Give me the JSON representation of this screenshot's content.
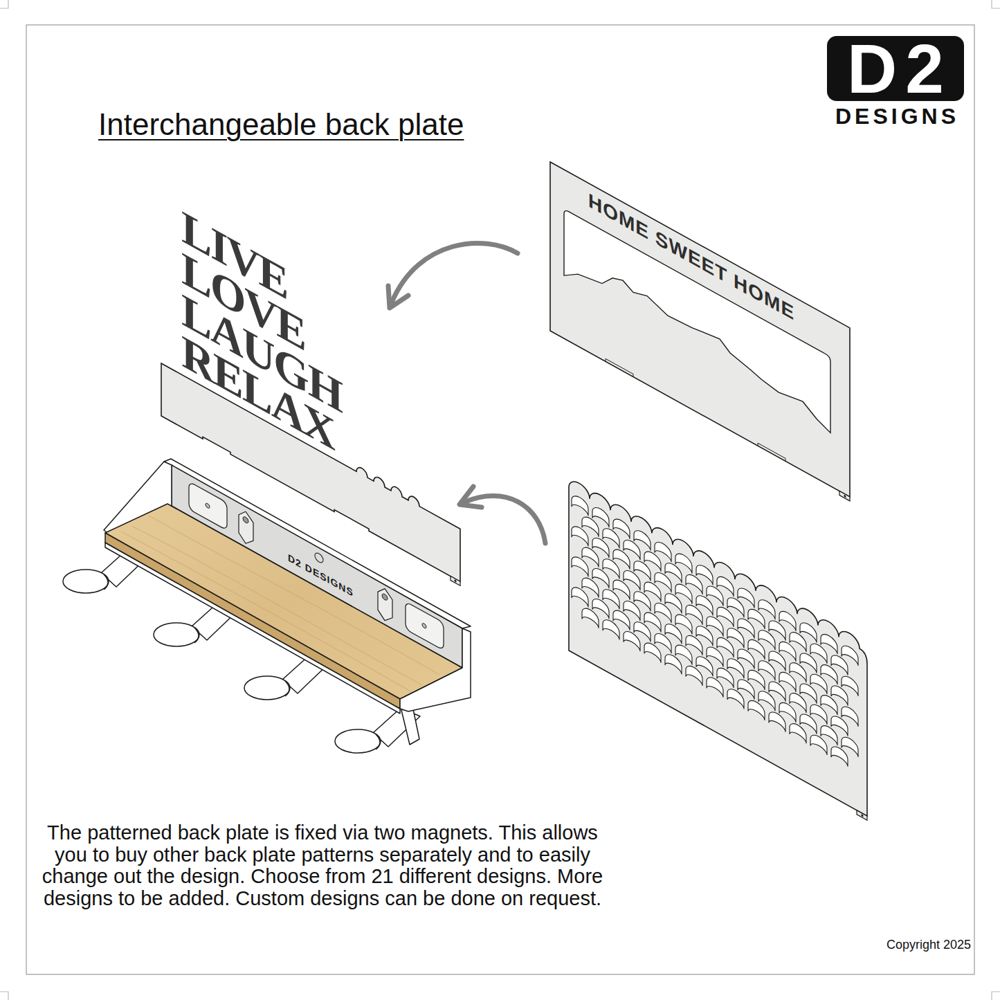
{
  "diagram": {
    "title": "Interchangeable back plate",
    "caption": "The patterned back plate is fixed via two magnets. This allows you to buy other back plate patterns separately and to easily change out the design. Choose from 21 different designs. More designs to be added. Custom designs can be done on request.",
    "labels": [
      "D2",
      "DESIGNS",
      "LIVE LOVE LAUGH RELAX",
      "HOME SWEET HOME",
      "D2 DESIGNS",
      "Copyright 2025"
    ]
  }
}
